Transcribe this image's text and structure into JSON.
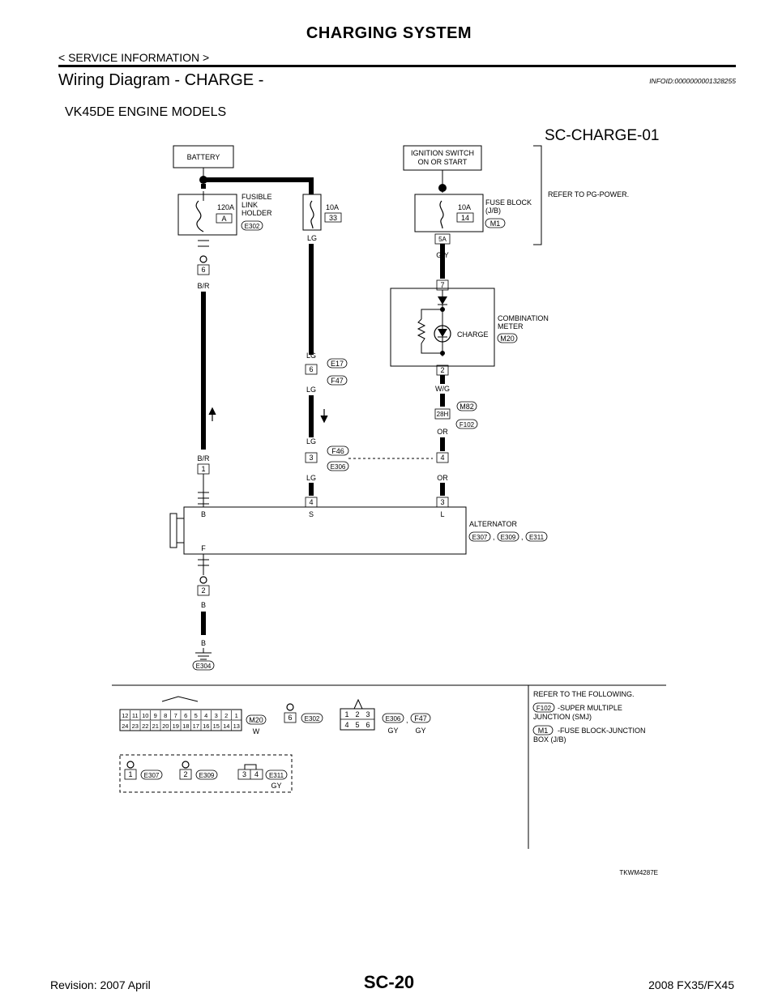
{
  "header": {
    "title": "CHARGING SYSTEM",
    "subtitle": "< SERVICE INFORMATION >"
  },
  "section": {
    "title": "Wiring Diagram - CHARGE -",
    "infoid": "INFOID:0000000001328255"
  },
  "model_heading": "VK45DE ENGINE MODELS",
  "diagram": {
    "id": "SC-CHARGE-01",
    "battery": "BATTERY",
    "ignition_switch": [
      "IGNITION SWITCH",
      "ON OR START"
    ],
    "fusible_link": {
      "label": [
        "FUSIBLE",
        "LINK",
        "HOLDER"
      ],
      "amp": "120A",
      "id": "A",
      "connector": "E302"
    },
    "fuse_33": {
      "amp": "10A",
      "num": "33"
    },
    "fuse_block": {
      "label": [
        "FUSE BLOCK",
        "(J/B)"
      ],
      "amp": "10A",
      "num": "14",
      "connector": "M1"
    },
    "refer_pg": "REFER TO PG-POWER.",
    "wire_colors": {
      "lg": "LG",
      "br": "B/R",
      "gy": "G/Y",
      "wg": "W/G",
      "or": "OR",
      "b": "B"
    },
    "pins": {
      "p6": "6",
      "p5a": "5A",
      "p7": "7",
      "p2": "2",
      "p28h": "28H",
      "p3": "3",
      "p4": "4",
      "p1": "1",
      "p4b": "4",
      "p3b": "3",
      "p2b": "2",
      "p6b": "6"
    },
    "combination_meter": {
      "label": [
        "COMBINATION",
        "METER"
      ],
      "lamp": "CHARGE",
      "connector": "M20"
    },
    "connectors": {
      "e17": "E17",
      "f47": "F47",
      "m82": "M82",
      "f102": "F102",
      "f46": "F46",
      "e306": "E306",
      "e304": "E304"
    },
    "alternator": {
      "label": "ALTERNATOR",
      "terminals": {
        "b": "B",
        "s": "S",
        "l": "L",
        "f": "F"
      },
      "connectors": [
        "E307",
        "E309",
        "E311"
      ],
      "separator": ","
    },
    "legend": {
      "refer": "REFER TO THE FOLLOWING.",
      "f102": "F102",
      "f102_text": [
        "-SUPER MULTIPLE",
        "JUNCTION (SMJ)"
      ],
      "m1": "M1",
      "m1_text": [
        "-FUSE BLOCK-JUNCTION",
        "BOX (J/B)"
      ]
    },
    "connector_views": {
      "m20": {
        "label": "M20",
        "color": "W",
        "top_row": [
          "12",
          "11",
          "10",
          "9",
          "8",
          "7",
          "6",
          "5",
          "4",
          "3",
          "2",
          "1"
        ],
        "bottom_row": [
          "24",
          "23",
          "22",
          "21",
          "20",
          "19",
          "18",
          "17",
          "16",
          "15",
          "14",
          "13"
        ]
      },
      "e302": {
        "label": "E302",
        "pin": "6"
      },
      "e306": {
        "label": "E306",
        "color": "GY",
        "top": [
          "1",
          "2",
          "3"
        ],
        "bottom": [
          "4",
          "5",
          "6"
        ]
      },
      "f47": {
        "label": "F47",
        "color": "GY"
      },
      "e307": {
        "label": "E307",
        "pin": "1"
      },
      "e309": {
        "label": "E309",
        "pin": "2"
      },
      "e311": {
        "label": "E311",
        "color": "GY",
        "pins": [
          "3",
          "4"
        ]
      }
    },
    "code": "TKWM4287E"
  },
  "footer": {
    "revision": "Revision: 2007 April",
    "page": "SC-20",
    "model": "2008 FX35/FX45"
  }
}
